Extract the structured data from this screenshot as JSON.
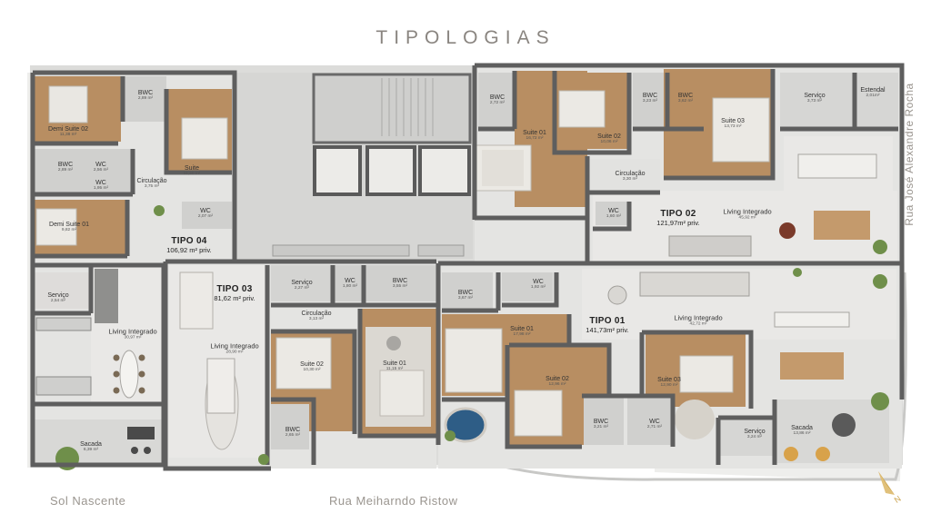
{
  "title": "TIPOLOGIAS",
  "streets": {
    "bottom_left": "Sol Nascente",
    "bottom_center": "Rua Meiharndo Ristow",
    "right": "Rua José Alexandre Rocha"
  },
  "units": {
    "tipo01": {
      "name": "TIPO 01",
      "area": "141,73m² priv."
    },
    "tipo02": {
      "name": "TIPO 02",
      "area": "121,97m² priv."
    },
    "tipo03": {
      "name": "TIPO 03",
      "area": "81,62 m² priv."
    },
    "tipo04": {
      "name": "TIPO 04",
      "area": "106,92 m² priv."
    }
  },
  "rooms": {
    "t4_demi_suite_02": {
      "name": "Demi Suite 02",
      "area": "11,38 m²"
    },
    "t4_bwc": {
      "name": "BWC",
      "area": "2,89 m²"
    },
    "t4_suite": {
      "name": "Suite",
      "area": "11,30 m²"
    },
    "t4_bwc2": {
      "name": "BWC",
      "area": "2,89 m²"
    },
    "t4_wc_a": {
      "name": "WC",
      "area": "2,56 m²"
    },
    "t4_wc_b": {
      "name": "WC",
      "area": "1,95 m²"
    },
    "t4_circulacao": {
      "name": "Circulação",
      "area": "3,75 m²"
    },
    "t4_wc_c": {
      "name": "WC",
      "area": "2,07 m²"
    },
    "t4_demi_suite_01": {
      "name": "Demi Suite 01",
      "area": "9,82 m²"
    },
    "t4_servico": {
      "name": "Serviço",
      "area": "2,54 m²"
    },
    "t4_living": {
      "name": "Living Integrado",
      "area": "30,97 m²"
    },
    "t4_sacada": {
      "name": "Sacada",
      "area": "6,39 m²"
    },
    "t3_servico": {
      "name": "Serviço",
      "area": "2,27 m²"
    },
    "t3_wc": {
      "name": "WC",
      "area": "1,80 m²"
    },
    "t3_bwc": {
      "name": "BWC",
      "area": "3,55 m²"
    },
    "t3_circulacao": {
      "name": "Circulação",
      "area": "3,13 m²"
    },
    "t3_living": {
      "name": "Living Integrado",
      "area": "28,90 m²"
    },
    "t3_suite_02": {
      "name": "Suite 02",
      "area": "10,30 m²"
    },
    "t3_suite_01": {
      "name": "Suite 01",
      "area": "11,15 m²"
    },
    "t3_bwc2": {
      "name": "BWC",
      "area": "2,65 m²"
    },
    "t2_bwc_a": {
      "name": "BWC",
      "area": "2,72 m²"
    },
    "t2_suite_01": {
      "name": "Suite 01",
      "area": "16,72 m²"
    },
    "t2_suite_02": {
      "name": "Suite 02",
      "area": "10,06 m²"
    },
    "t2_bwc_b": {
      "name": "BWC",
      "area": "3,23 m²"
    },
    "t2_bwc_c": {
      "name": "BWC",
      "area": "3,62 m²"
    },
    "t2_suite_03": {
      "name": "Suite 03",
      "area": "13,73 m²"
    },
    "t2_servico": {
      "name": "Serviço",
      "area": "3,73 m²"
    },
    "t2_estendal": {
      "name": "Estendal",
      "area": "2,01m²"
    },
    "t2_circulacao": {
      "name": "Circulação",
      "area": "3,30 m²"
    },
    "t2_wc": {
      "name": "WC",
      "area": "1,60 m²"
    },
    "t2_living": {
      "name": "Living Integrado",
      "area": "45,92 m²"
    },
    "t1_bwc": {
      "name": "BWC",
      "area": "3,67 m²"
    },
    "t1_wc": {
      "name": "WC",
      "area": "1,92 m²"
    },
    "t1_suite_01": {
      "name": "Suite 01",
      "area": "17,98 m²"
    },
    "t1_living": {
      "name": "Living Integrado",
      "area": "42,72 m²"
    },
    "t1_suite_02": {
      "name": "Suite 02",
      "area": "12,96 m²"
    },
    "t1_suite_03": {
      "name": "Suite 03",
      "area": "12,90 m²"
    },
    "t1_bwc_b": {
      "name": "BWC",
      "area": "3,21 m²"
    },
    "t1_wc_b": {
      "name": "WC",
      "area": "2,71 m²"
    },
    "t1_servico": {
      "name": "Serviço",
      "area": "3,24 m²"
    },
    "t1_sacada": {
      "name": "Sacada",
      "area": "13,86 m²"
    }
  },
  "colors": {
    "wall": "#5f5f5f",
    "floor_light": "#e6e6e4",
    "wood": "#b48a5e",
    "tile": "#d4d4d2",
    "common": "#d9d9d7"
  }
}
